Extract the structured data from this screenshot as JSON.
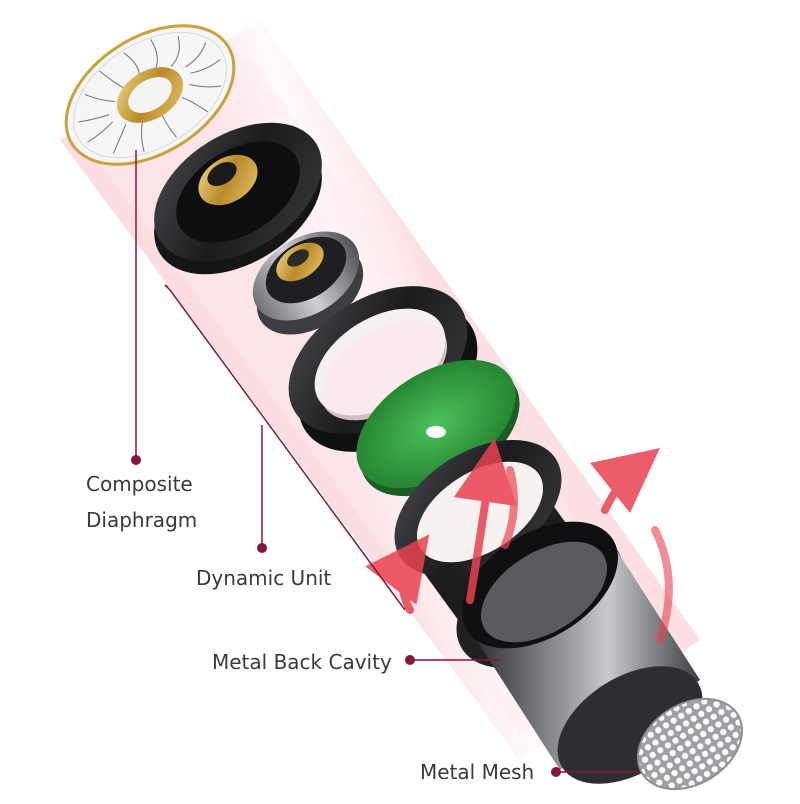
{
  "labels": {
    "composite_line1": "Composite",
    "composite_line2": "Diaphragm",
    "dynamic_unit": "Dynamic Unit",
    "metal_back_cavity": "Metal Back Cavity",
    "metal_mesh": "Metal Mesh"
  },
  "colors": {
    "leader_line": "#8a1538",
    "leader_dot": "#8a1538",
    "glow": "#f3a9b4",
    "green_ring": "#2f9e3c",
    "gold": "#c9a23a",
    "arrow": "#e8424f",
    "metal_dark": "#2a2a2c",
    "metal_light": "#c0c2c6"
  }
}
